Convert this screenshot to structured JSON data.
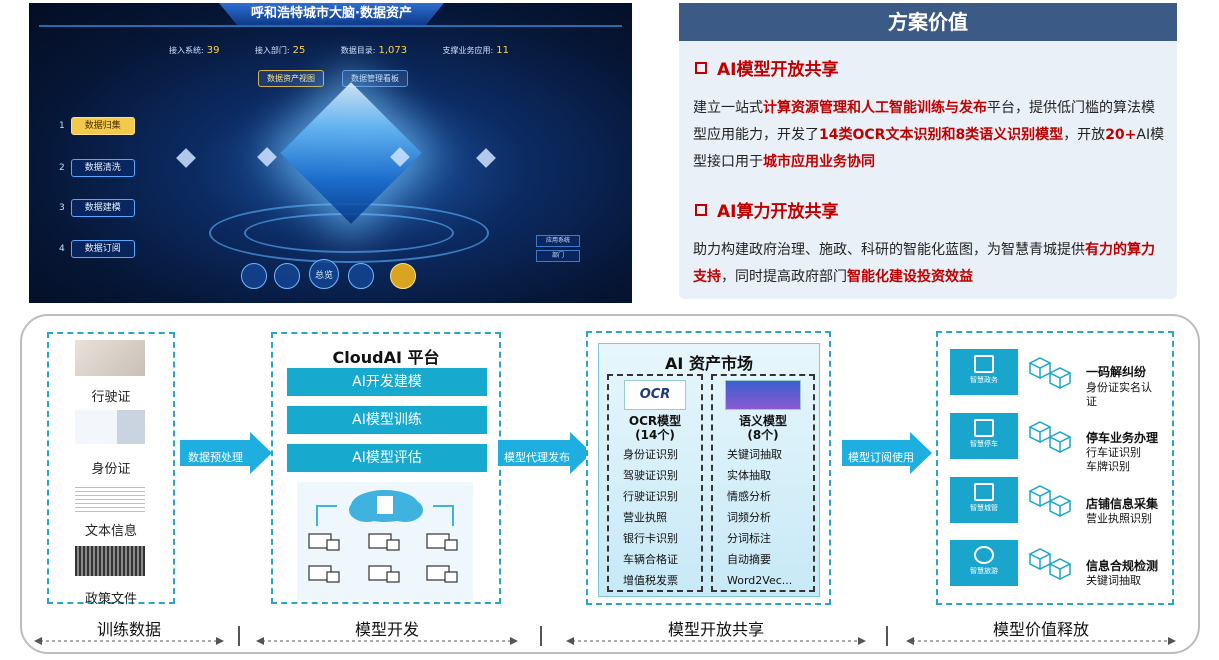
{
  "dashboard": {
    "title": "呼和浩特城市大脑·数据资产",
    "stats": [
      {
        "label": "接入系统:",
        "value": "39"
      },
      {
        "label": "接入部门:",
        "value": "25"
      },
      {
        "label": "数据目录:",
        "value": "1,073"
      },
      {
        "label": "支撑业务应用:",
        "value": "11"
      }
    ],
    "tabs": [
      "数据资产视图",
      "数据管理看板"
    ],
    "steps": [
      {
        "num": "1",
        "label": "数据归集"
      },
      {
        "num": "2",
        "label": "数据清洗"
      },
      {
        "num": "3",
        "label": "数据建模"
      },
      {
        "num": "4",
        "label": "数据订阅"
      }
    ],
    "side_labels": [
      "应用系统",
      "部门"
    ],
    "bottom_center": "总览"
  },
  "value": {
    "header": "方案价值",
    "sections": [
      {
        "title": "AI模型开放共享",
        "parts": [
          {
            "t": "建立一站式",
            "h": false
          },
          {
            "t": "计算资源管理和人工智能训练与发布",
            "h": true
          },
          {
            "t": "平台，提供低门槛的算法模型应用能力，开发了",
            "h": false
          },
          {
            "t": "14类OCR文本识别和8类语义识别模型",
            "h": true
          },
          {
            "t": "，开放",
            "h": false
          },
          {
            "t": "20+",
            "h": true
          },
          {
            "t": "AI模型接口用于",
            "h": false
          },
          {
            "t": "城市应用业务协同",
            "h": true
          }
        ]
      },
      {
        "title": "AI算力开放共享",
        "parts": [
          {
            "t": "助力构建政府治理、施政、科研的智能化蓝图，为智慧青城提供",
            "h": false
          },
          {
            "t": "有力的算力支持",
            "h": true
          },
          {
            "t": "，同时提高政府部门",
            "h": false
          },
          {
            "t": "智能化建设投资效益",
            "h": true
          }
        ]
      }
    ]
  },
  "flow": {
    "training": {
      "items": [
        "行驶证",
        "身份证",
        "文本信息",
        "政策文件"
      ]
    },
    "arrows": [
      "数据预处理",
      "模型代理发布",
      "模型订阅使用"
    ],
    "platform": {
      "title": "CloudAI 平台",
      "buttons": [
        "AI开发建模",
        "AI模型训练",
        "AI模型评估"
      ]
    },
    "market": {
      "title": "AI 资产市场",
      "ocr": {
        "logo": "OCR",
        "title": "OCR模型",
        "count": "(14个)",
        "items": [
          "身份证识别",
          "驾驶证识别",
          "行驶证识别",
          "营业执照",
          "银行卡识别",
          "车辆合格证",
          "增值税发票"
        ]
      },
      "nlp": {
        "title": "语义模型",
        "count": "(8个)",
        "items": [
          "关键词抽取",
          "实体抽取",
          "情感分析",
          "词频分析",
          "分词标注",
          "自动摘要",
          "Word2Vec..."
        ]
      }
    },
    "uses": [
      {
        "tile": "智慧政务",
        "title": "一码解纠纷",
        "subs": [
          "身份证实名认",
          "证"
        ]
      },
      {
        "tile": "智慧停车",
        "title": "停车业务办理",
        "subs": [
          "行车证识别",
          "车牌识别"
        ]
      },
      {
        "tile": "智慧城管",
        "title": "店铺信息采集",
        "subs": [
          "营业执照识别"
        ]
      },
      {
        "tile": "智慧旅游",
        "title": "信息合规检测",
        "subs": [
          "关键词抽取"
        ]
      }
    ],
    "stages": [
      "训练数据",
      "模型开发",
      "模型开放共享",
      "模型价值释放"
    ]
  },
  "colors": {
    "accent_red": "#c00000",
    "header_blue": "#3b5a86",
    "teal": "#18a9cf",
    "arrow_blue": "#1eaee0"
  }
}
